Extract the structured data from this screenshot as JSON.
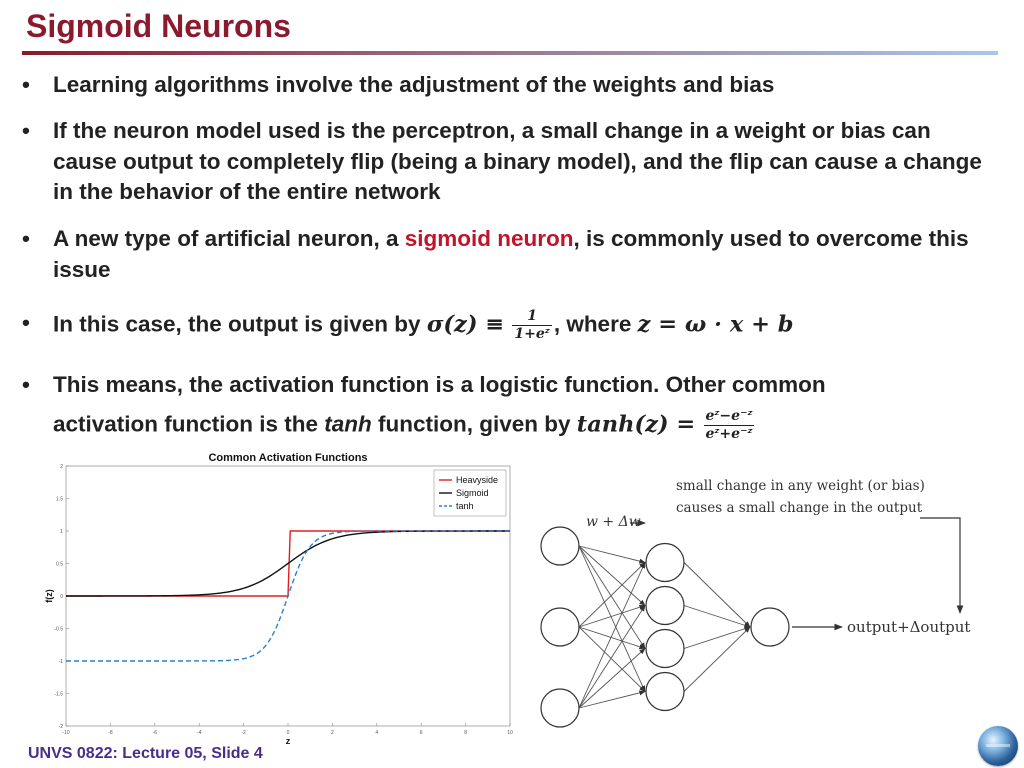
{
  "slide": {
    "title": "Sigmoid Neurons",
    "footer": "UNVS 0822: Lecture 05, Slide 4",
    "logo_icon": "globe-icon"
  },
  "bullets": [
    {
      "text": "Learning algorithms involve the adjustment of the weights and bias"
    },
    {
      "text": "If the neuron model used is the perceptron, a small change in a weight or bias can cause output to completely flip (being a binary model), and the flip can cause a change in the behavior of the entire network"
    },
    {
      "before": "A new type of artificial neuron, a ",
      "highlight": "sigmoid neuron",
      "after": ", is commonly used to overcome this issue"
    },
    {
      "lead": "In this case, the output is given by ",
      "sigma": "𝝈(𝒛) ≡",
      "frac_num": "1",
      "frac_den": "1+eᶻ",
      "mid": ", where ",
      "eq": "𝒛 = 𝝎 · 𝒙 + 𝒃"
    },
    {
      "line1": "This means, the activation function is a logistic function. Other common",
      "line2_a": "activation function is the ",
      "tanh_word": "tanh",
      "line2_b": " function, given by ",
      "tanh_eq": "𝒕𝒂𝒏𝒉(𝒛) =",
      "frac_num": "eᶻ−e⁻ᶻ",
      "frac_den": "eᶻ+e⁻ᶻ"
    }
  ],
  "accent_color": "#C0142B",
  "title_color": "#8B1A2E",
  "chart_data": {
    "type": "line",
    "title": "Common Activation Functions",
    "xlabel": "z",
    "ylabel": "f(z)",
    "xlim": [
      -10,
      10
    ],
    "ylim": [
      -2,
      2
    ],
    "xticks": [
      "-10",
      "-8",
      "-6",
      "-4",
      "-2",
      "0",
      "2",
      "4",
      "6",
      "8",
      "10"
    ],
    "yticks": [
      "-2",
      "-1.5",
      "-1",
      "-0.5",
      "0",
      "0.5",
      "1",
      "1.5",
      "2"
    ],
    "legend_position": "top-right",
    "series": [
      {
        "name": "Heavyside",
        "color": "#e02020",
        "dash": "solid",
        "function": "step"
      },
      {
        "name": "Sigmoid",
        "color": "#111111",
        "dash": "solid",
        "function": "sigmoid"
      },
      {
        "name": "tanh",
        "color": "#2a7fd4",
        "dash": "dashed",
        "function": "tanh"
      }
    ]
  },
  "network": {
    "layers": [
      3,
      4,
      1
    ],
    "label_delta_w": "w + Δw",
    "caption_line1": "small change in any weight (or bias)",
    "caption_line2": "causes a small change in the output",
    "output_label": "output+Δoutput"
  }
}
